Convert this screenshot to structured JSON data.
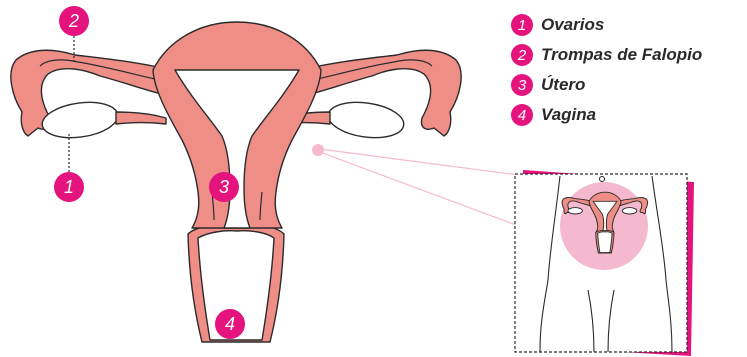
{
  "legend": {
    "items": [
      {
        "number": "1",
        "label": "Ovarios"
      },
      {
        "number": "2",
        "label": "Trompas de Falopio"
      },
      {
        "number": "3",
        "label": "Útero"
      },
      {
        "number": "4",
        "label": "Vagina"
      }
    ]
  },
  "callouts": {
    "ovaries": "1",
    "tubes": "2",
    "uterus": "3",
    "vagina": "4"
  },
  "colors": {
    "accent": "#e5137e",
    "tissue": "#ef8e86",
    "outline": "#2b2b2b",
    "highlight": "#f4b8cf"
  }
}
